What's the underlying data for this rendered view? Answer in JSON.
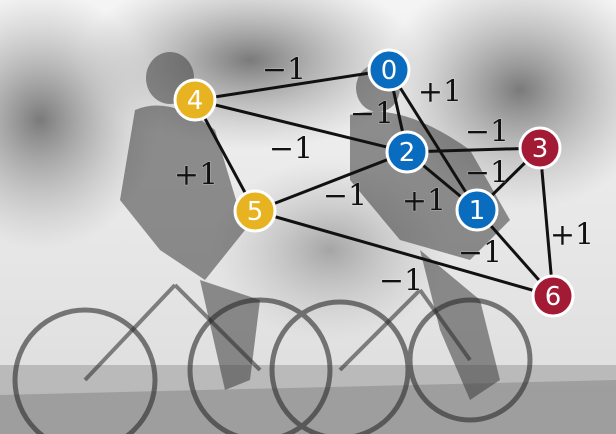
{
  "colors": {
    "blue": "#0a6cbe",
    "yellow": "#e8b320",
    "red": "#a31a35"
  },
  "nodes": [
    {
      "id": "0",
      "label": "0",
      "color": "blue"
    },
    {
      "id": "1",
      "label": "1",
      "color": "blue"
    },
    {
      "id": "2",
      "label": "2",
      "color": "blue"
    },
    {
      "id": "3",
      "label": "3",
      "color": "red"
    },
    {
      "id": "4",
      "label": "4",
      "color": "yellow"
    },
    {
      "id": "5",
      "label": "5",
      "color": "yellow"
    },
    {
      "id": "6",
      "label": "6",
      "color": "red"
    }
  ],
  "edges": [
    {
      "from": "4",
      "to": "0",
      "weight": "−1"
    },
    {
      "from": "4",
      "to": "2",
      "weight": "−1"
    },
    {
      "from": "4",
      "to": "5",
      "weight": "+1"
    },
    {
      "from": "0",
      "to": "2",
      "weight": "−1"
    },
    {
      "from": "0",
      "to": "1",
      "weight": "+1"
    },
    {
      "from": "2",
      "to": "3",
      "weight": "−1"
    },
    {
      "from": "2",
      "to": "1",
      "weight": "+1"
    },
    {
      "from": "3",
      "to": "1",
      "weight": "−1"
    },
    {
      "from": "3",
      "to": "6",
      "weight": "+1"
    },
    {
      "from": "5",
      "to": "2",
      "weight": "−1"
    },
    {
      "from": "5",
      "to": "6",
      "weight": "−1"
    },
    {
      "from": "1",
      "to": "6",
      "weight": "−1"
    }
  ],
  "background": {
    "description_icon": "cyclists-photo"
  }
}
